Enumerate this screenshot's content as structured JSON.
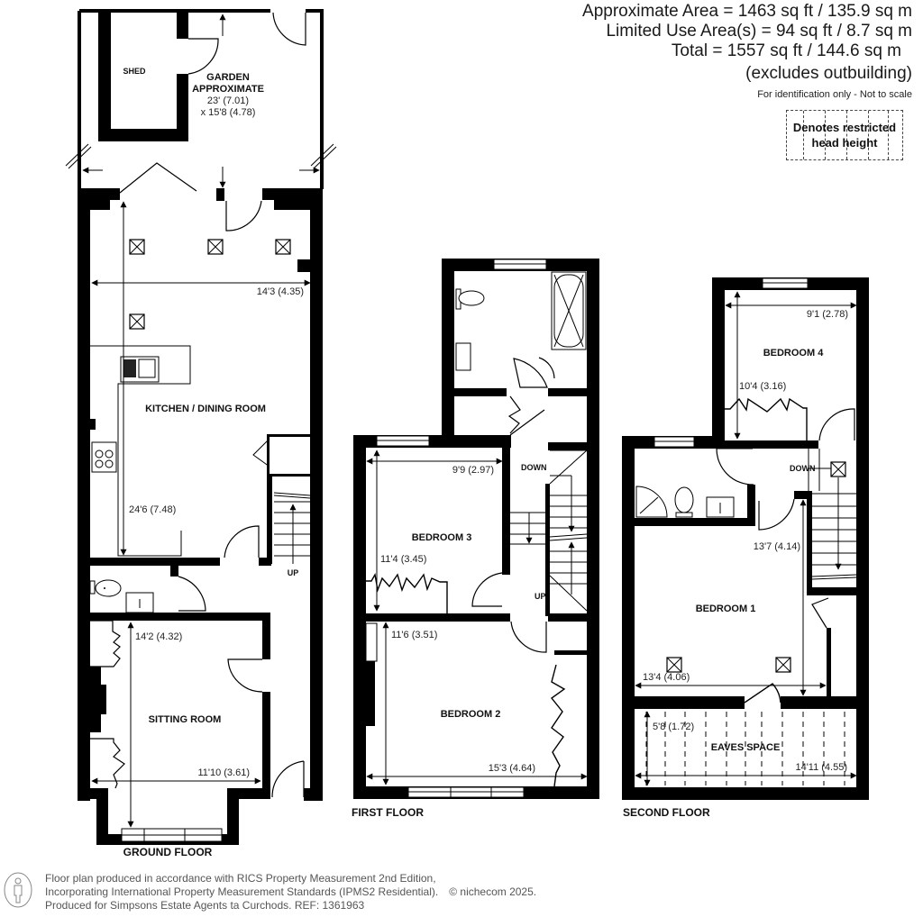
{
  "header": {
    "approximate_area": "Approximate Area = 1463 sq ft / 135.9 sq m",
    "limited_use_area": "Limited Use Area(s) = 94 sq ft / 8.7 sq m",
    "total_area": "Total = 1557 sq ft / 144.6 sq m",
    "excludes_note": "(excludes outbuilding)",
    "scale_note": "For identification only - Not to scale"
  },
  "legend": {
    "line1": "Denotes restricted",
    "line2": "head height"
  },
  "ground_floor": {
    "label": "GROUND FLOOR",
    "shed": {
      "label": "SHED"
    },
    "garden": {
      "label_line1": "GARDEN",
      "label_line2": "APPROXIMATE",
      "dim1": "23' (7.01)",
      "dim2": "x 15'8 (4.78)"
    },
    "kitchen": {
      "label": "KITCHEN / DINING ROOM",
      "width": "14'3 (4.35)",
      "length": "24'6 (7.48)"
    },
    "sitting_room": {
      "label": "SITTING ROOM",
      "length": "14'2 (4.32)",
      "width": "11'10 (3.61)"
    },
    "stairs_label": "UP"
  },
  "first_floor": {
    "label": "FIRST FLOOR",
    "bedroom3": {
      "label": "BEDROOM 3",
      "width": "9'9 (2.97)",
      "length": "11'4 (3.45)"
    },
    "bedroom2": {
      "label": "BEDROOM 2",
      "length": "11'6 (3.51)",
      "width": "15'3 (4.64)"
    },
    "stairs_down": "DOWN",
    "stairs_up": "UP"
  },
  "second_floor": {
    "label": "SECOND FLOOR",
    "bedroom4": {
      "label": "BEDROOM 4",
      "width": "9'1 (2.78)",
      "length": "10'4 (3.16)"
    },
    "bedroom1": {
      "label": "BEDROOM 1",
      "length": "13'7 (4.14)",
      "width": "13'4 (4.06)"
    },
    "eaves": {
      "label": "EAVES SPACE",
      "depth": "5'8 (1.72)",
      "width": "14'11 (4.55)"
    },
    "stairs_down": "DOWN"
  },
  "footer": {
    "line1": "Floor plan produced in accordance with RICS Property Measurement 2nd Edition,",
    "line2": "Incorporating International Property Measurement Standards (IPMS2 Residential).",
    "copyright": "© nichecom 2025.",
    "line3": "Produced for Simpsons Estate Agents ta Curchods.   REF: 1361963"
  },
  "colors": {
    "wall": "#000000",
    "background": "#ffffff",
    "text": "#111111",
    "footer_text": "#555555"
  }
}
